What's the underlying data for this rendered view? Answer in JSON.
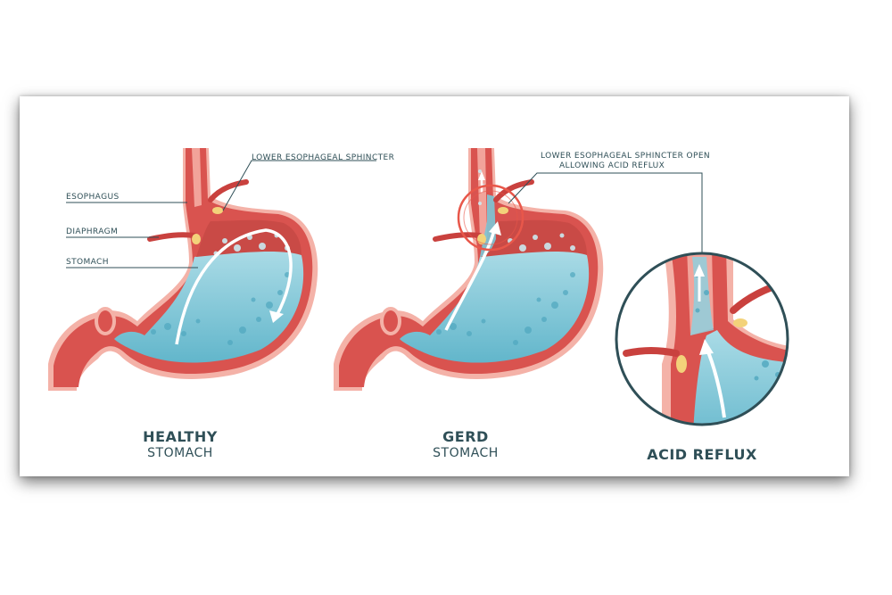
{
  "labels": {
    "les": "LOWER ESOPHAGEAL SPHINCTER",
    "esophagus": "ESOPHAGUS",
    "diaphragm": "DIAPHRAGM",
    "stomach": "STOMACH",
    "les_open_line1": "LOWER ESOPHAGEAL SPHINCTER OPEN",
    "les_open_line2": "ALLOWING ACID REFLUX"
  },
  "captions": {
    "healthy_title": "HEALTHY",
    "healthy_sub": "STOMACH",
    "gerd_title": "GERD",
    "gerd_sub": "STOMACH",
    "reflux_title": "ACID REFLUX"
  },
  "colors": {
    "tissue": "#d9534f",
    "tissue_light": "#f2a39a",
    "acid": "#7cc6d6",
    "acid_light": "#a9dbe5",
    "outline": "#2f4f57",
    "fat": "#f3d27a",
    "highlight": "#e8574a"
  }
}
